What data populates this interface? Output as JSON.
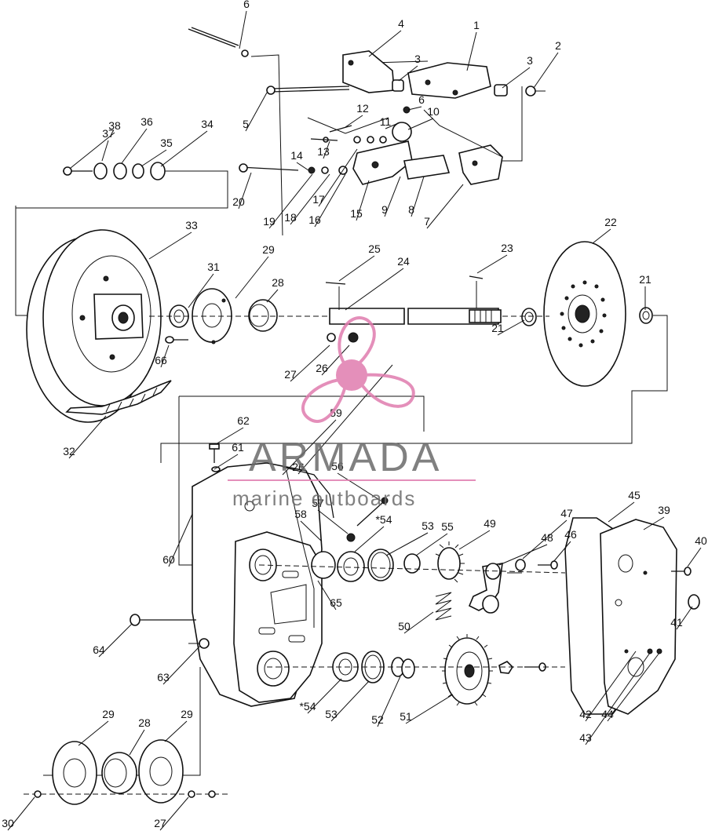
{
  "labels": [
    "1",
    "2",
    "3",
    "3",
    "4",
    "5",
    "6",
    "6",
    "7",
    "8",
    "9",
    "10",
    "11",
    "12",
    "13",
    "14",
    "15",
    "16",
    "17",
    "18",
    "19",
    "20",
    "21",
    "21",
    "22",
    "23",
    "24",
    "25",
    "26",
    "26",
    "27",
    "27",
    "28",
    "28",
    "29",
    "29",
    "29",
    "30",
    "31",
    "32",
    "33",
    "34",
    "35",
    "36",
    "37",
    "38",
    "39",
    "40",
    "41",
    "42",
    "43",
    "44",
    "45",
    "46",
    "47",
    "48",
    "49",
    "50",
    "51",
    "52",
    "53",
    "53",
    "*54",
    "*54",
    "55",
    "56",
    "57",
    "58",
    "59",
    "60",
    "61",
    "62",
    "63",
    "64",
    "65",
    "66"
  ],
  "watermark": {
    "brand": "ARMADA",
    "tagline": "marine outboards",
    "accent_color": "#e07cae"
  }
}
